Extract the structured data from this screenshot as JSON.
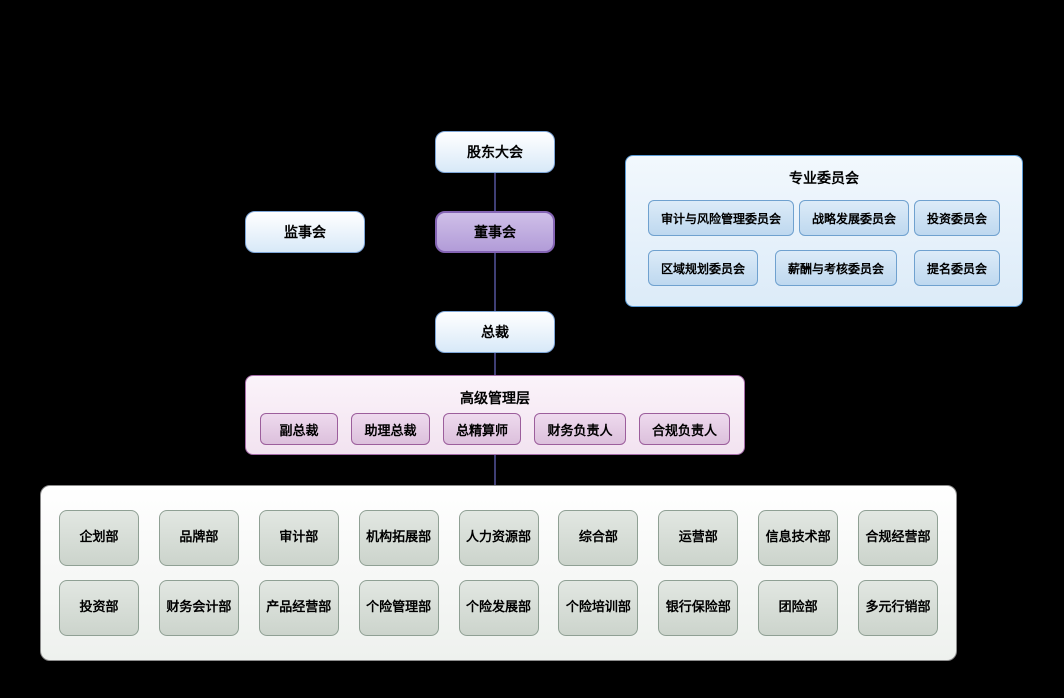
{
  "canvas": {
    "background": "#000000",
    "connector_color": "#3f3f75"
  },
  "nodes": {
    "shareholders_meeting": "股东大会",
    "supervisory_board": "监事会",
    "board_of_directors": "董事会",
    "president": "总裁"
  },
  "committees_panel": {
    "title": "专业委员会",
    "row1": [
      "审计与风险管理委员会",
      "战略发展委员会",
      "投资委员会"
    ],
    "row2": [
      "区域规划委员会",
      "薪酬与考核委员会",
      "提名委员会"
    ]
  },
  "senior_management_panel": {
    "title": "高级管理层",
    "items": [
      "副总裁",
      "助理总裁",
      "总精算师",
      "财务负责人",
      "合规负责人"
    ]
  },
  "departments_panel": {
    "row1": [
      "企划部",
      "品牌部",
      "审计部",
      "机构拓展部",
      "人力资源部",
      "综合部",
      "运营部",
      "信息技术部",
      "合规经营部"
    ],
    "row2": [
      "投资部",
      "财务会计部",
      "产品经营部",
      "个险管理部",
      "个险发展部",
      "个险培训部",
      "银行保险部",
      "团险部",
      "多元行销部"
    ]
  },
  "colors": {
    "blue_node_border": "#7ea6d8",
    "purple_node_border": "#8464b4",
    "committee_panel_border": "#5b9bd5",
    "senior_panel_border": "#a66daa",
    "department_panel_border": "#8c8c8c"
  }
}
